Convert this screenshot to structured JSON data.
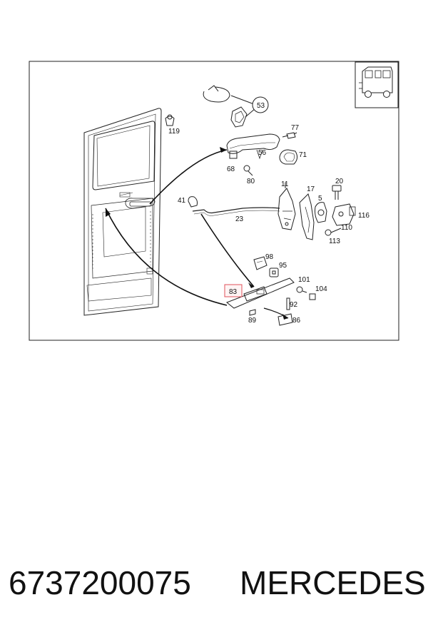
{
  "diagram": {
    "callouts": [
      {
        "id": "c53",
        "text": "53"
      },
      {
        "id": "c119",
        "text": "119"
      },
      {
        "id": "c77",
        "text": "77"
      },
      {
        "id": "c56",
        "text": "56"
      },
      {
        "id": "c71",
        "text": "71"
      },
      {
        "id": "c68",
        "text": "68"
      },
      {
        "id": "c80",
        "text": "80"
      },
      {
        "id": "c11",
        "text": "11"
      },
      {
        "id": "c17",
        "text": "17"
      },
      {
        "id": "c20",
        "text": "20"
      },
      {
        "id": "c5",
        "text": "5"
      },
      {
        "id": "c41",
        "text": "41"
      },
      {
        "id": "c23",
        "text": "23"
      },
      {
        "id": "c116",
        "text": "116"
      },
      {
        "id": "c110",
        "text": "110"
      },
      {
        "id": "c113",
        "text": "113"
      },
      {
        "id": "c98",
        "text": "98"
      },
      {
        "id": "c95",
        "text": "95"
      },
      {
        "id": "c101",
        "text": "101"
      },
      {
        "id": "c104",
        "text": "104"
      },
      {
        "id": "c83",
        "text": "83"
      },
      {
        "id": "c92",
        "text": "92"
      },
      {
        "id": "c89",
        "text": "89"
      },
      {
        "id": "c86",
        "text": "86"
      }
    ],
    "highlighted_callout": "83",
    "highlight_color": "#e0505a"
  },
  "footer": {
    "part_number": "6737200075",
    "brand": "MERCEDES"
  }
}
